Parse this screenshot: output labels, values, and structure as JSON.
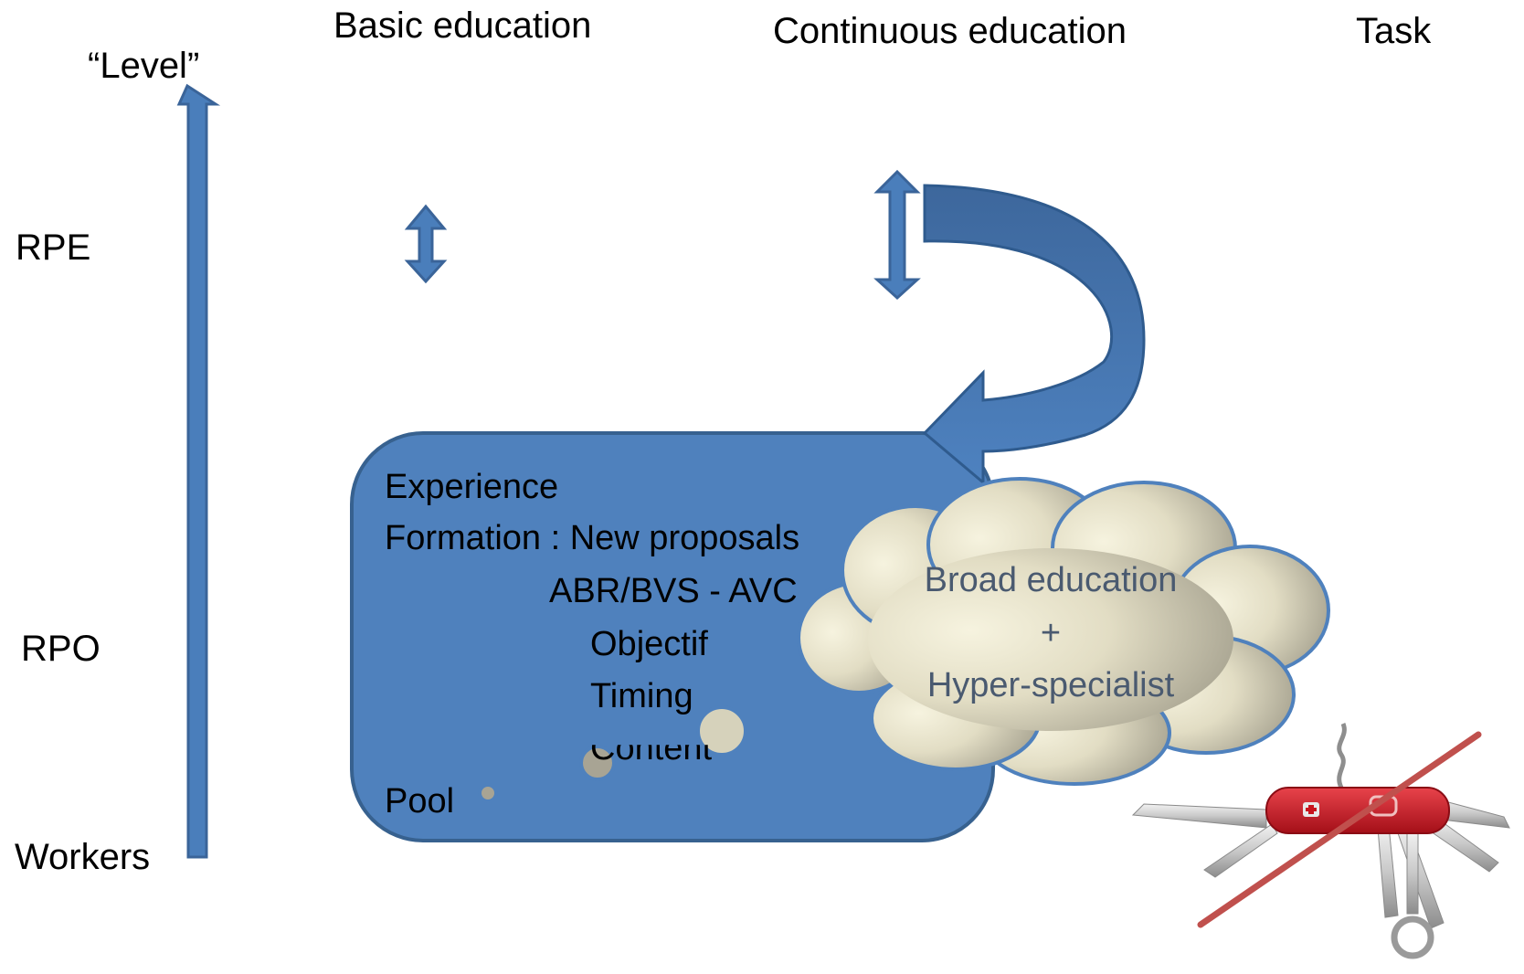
{
  "headers": {
    "basic": "Basic education",
    "continuous": "Continuous education",
    "task": "Task"
  },
  "axis": {
    "title": "“Level”",
    "levels": [
      "RPE",
      "RPO",
      "Workers"
    ]
  },
  "box": {
    "lines": [
      "Experience",
      "Formation : New proposals",
      "ABR/BVS - AVC",
      "Objectif",
      "Timing",
      "Content",
      "Pool"
    ]
  },
  "cloud": {
    "lines": [
      "Broad education",
      "+",
      "Hyper-specialist"
    ]
  },
  "colors": {
    "arrow_blue": "#4a7ebb",
    "arrow_blue_dark": "#3a6499",
    "box_blue": "#4f81bd",
    "cloud_light": "#f3efd8",
    "cloud_dark": "#9e9a8a",
    "strike_red": "#c0504d",
    "knife_red": "#c8141e"
  },
  "icons": {
    "knife": "swiss-army-knife-icon",
    "strike": "strike-through-line"
  }
}
